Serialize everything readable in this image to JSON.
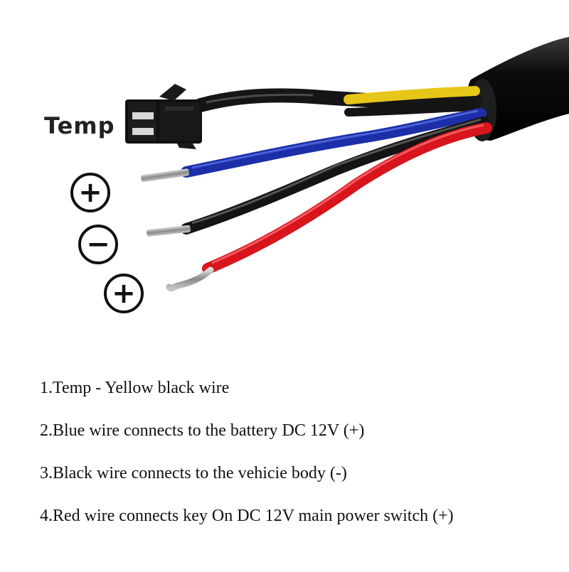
{
  "labels": {
    "temp": "Temp",
    "blue_symbol": "+",
    "black_symbol": "−",
    "red_symbol": "+"
  },
  "legend": [
    "1.Temp - Yellow black wire",
    "2.Blue wire connects to the battery DC 12V (+)",
    "3.Black wire connects to the vehicie body (-)",
    "4.Red wire connects key On DC 12V main power switch (+)"
  ],
  "wires": {
    "yellow": "#e6c619",
    "blue": "#1c2fa8",
    "black": "#141414",
    "red": "#d8141c",
    "sheath": "#0c0c0c"
  }
}
